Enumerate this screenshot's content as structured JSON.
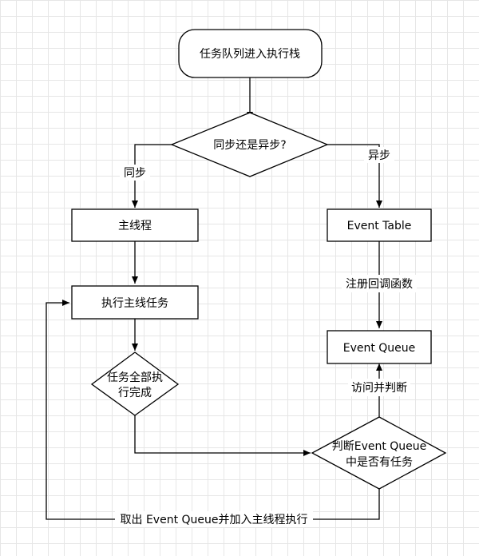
{
  "nodes": {
    "start": "任务队列进入执行栈",
    "decision_sync": "同步还是异步?",
    "main_thread": "主线程",
    "event_table": "Event Table",
    "exec_main_task": "执行主线任务",
    "event_queue": "Event Queue",
    "all_done_line1": "任务全部执",
    "all_done_line2": "行完成",
    "check_queue_line1": "判断Event Queue",
    "check_queue_line2": "中是否有任务"
  },
  "edges": {
    "sync": "同步",
    "async": "异步",
    "register_callback": "注册回调函数",
    "visit_and_check": "访问并判断",
    "take_out": "取出 Event Queue并加入主线程执行"
  }
}
